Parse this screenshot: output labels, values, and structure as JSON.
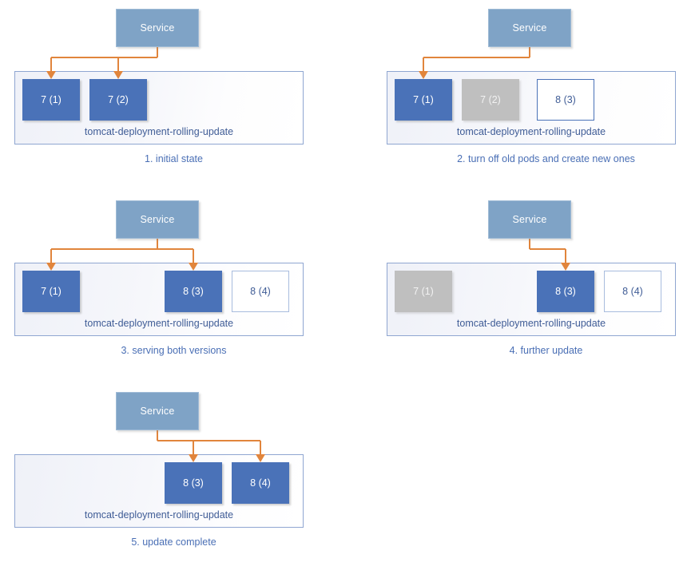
{
  "colors": {
    "service_fill": "#7FA3C6",
    "pod_blue": "#4A72B8",
    "pod_gray": "#BFBFBF",
    "connector_orange": "#E1853C",
    "container_border": "#8FA6D1",
    "caption_text": "#4A6FB5"
  },
  "labels": {
    "service": "Service",
    "deployment": "tomcat-deployment-rolling-update"
  },
  "panels": [
    {
      "id": "panel-1",
      "caption": "1. initial state",
      "service": "Service",
      "deployment": "tomcat-deployment-rolling-update",
      "pods": [
        {
          "slot": 1,
          "label": "7 (1)",
          "style": "blue"
        },
        {
          "slot": 2,
          "label": "7 (2)",
          "style": "blue"
        }
      ],
      "arrows": [
        1,
        2
      ]
    },
    {
      "id": "panel-2",
      "caption": "2. turn off old pods and create new ones",
      "service": "Service",
      "deployment": "tomcat-deployment-rolling-update",
      "pods": [
        {
          "slot": 1,
          "label": "7 (1)",
          "style": "blue"
        },
        {
          "slot": 2,
          "label": "7 (2)",
          "style": "gray"
        },
        {
          "slot": 3,
          "label": "8 (3)",
          "style": "outline"
        }
      ],
      "arrows": [
        1
      ]
    },
    {
      "id": "panel-3",
      "caption": "3. serving both versions",
      "service": "Service",
      "deployment": "tomcat-deployment-rolling-update",
      "pods": [
        {
          "slot": 1,
          "label": "7 (1)",
          "style": "blue"
        },
        {
          "slot": 3,
          "label": "8 (3)",
          "style": "blue"
        },
        {
          "slot": 4,
          "label": "8 (4)",
          "style": "outline-light"
        }
      ],
      "arrows": [
        1,
        3
      ]
    },
    {
      "id": "panel-4",
      "caption": "4. further update",
      "service": "Service",
      "deployment": "tomcat-deployment-rolling-update",
      "pods": [
        {
          "slot": 1,
          "label": "7 (1)",
          "style": "gray"
        },
        {
          "slot": 3,
          "label": "8 (3)",
          "style": "blue"
        },
        {
          "slot": 4,
          "label": "8 (4)",
          "style": "outline-light"
        }
      ],
      "arrows": [
        3
      ]
    },
    {
      "id": "panel-5",
      "caption": "5. update complete",
      "service": "Service",
      "deployment": "tomcat-deployment-rolling-update",
      "pods": [
        {
          "slot": 3,
          "label": "8 (3)",
          "style": "blue"
        },
        {
          "slot": 4,
          "label": "8 (4)",
          "style": "blue"
        }
      ],
      "arrows": [
        3,
        4
      ]
    }
  ]
}
